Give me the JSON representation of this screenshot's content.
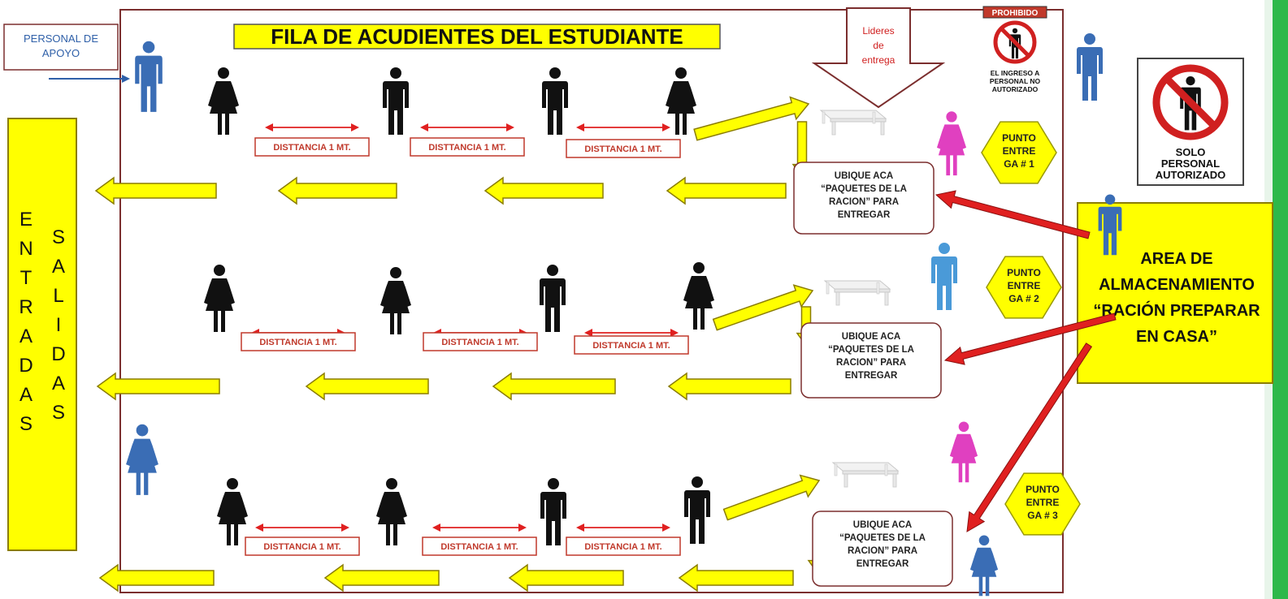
{
  "title": "FILA DE ACUDIENTES DEL ESTUDIANTE",
  "personal_apoyo": [
    "PERSONAL DE",
    "APOYO"
  ],
  "lideres": [
    "Lideres",
    "de",
    "entrega"
  ],
  "prohibido": {
    "header": "PROHIBIDO",
    "lines": [
      "EL INGRESO A",
      "PERSONAL NO",
      "AUTORIZADO"
    ]
  },
  "solo_personal": [
    "SOLO",
    "PERSONAL",
    "AUTORIZADO"
  ],
  "entradas": [
    "E",
    "N",
    "T",
    "R",
    "A",
    "D",
    "A",
    "S"
  ],
  "salidas": [
    "S",
    "A",
    "L",
    "I",
    "D",
    "A",
    "S"
  ],
  "distancia_label": "DISTTANCIA 1 MT.",
  "ubique_lines": [
    "UBIQUE ACA",
    "“PAQUETES DE LA",
    "RACION” PARA",
    "ENTREGAR"
  ],
  "puntos": [
    [
      "PUNTO",
      "ENTRE",
      "GA  # 1"
    ],
    [
      "PUNTO",
      "ENTRE",
      "GA  # 2"
    ],
    [
      "PUNTO",
      "ENTRE",
      "GA  # 3"
    ]
  ],
  "area": [
    "AREA DE",
    "ALMACENAMIENTO",
    "“RACIÓN PREPARAR",
    "EN CASA”"
  ],
  "colors": {
    "yellow": "#ffff00",
    "red": "#e02020",
    "dark_red": "#7b2e2e",
    "blue_figure": "#3a6db5",
    "light_blue_figure": "#4a9ad8",
    "pink_figure": "#e040c0",
    "black_figure": "#111111",
    "green_edge": "#2db84a"
  },
  "icons": [
    "man-figure-icon",
    "woman-figure-icon",
    "table-icon",
    "no-entry-sign-icon",
    "red-arrow-icon",
    "yellow-arrow-icon",
    "double-arrow-icon"
  ]
}
